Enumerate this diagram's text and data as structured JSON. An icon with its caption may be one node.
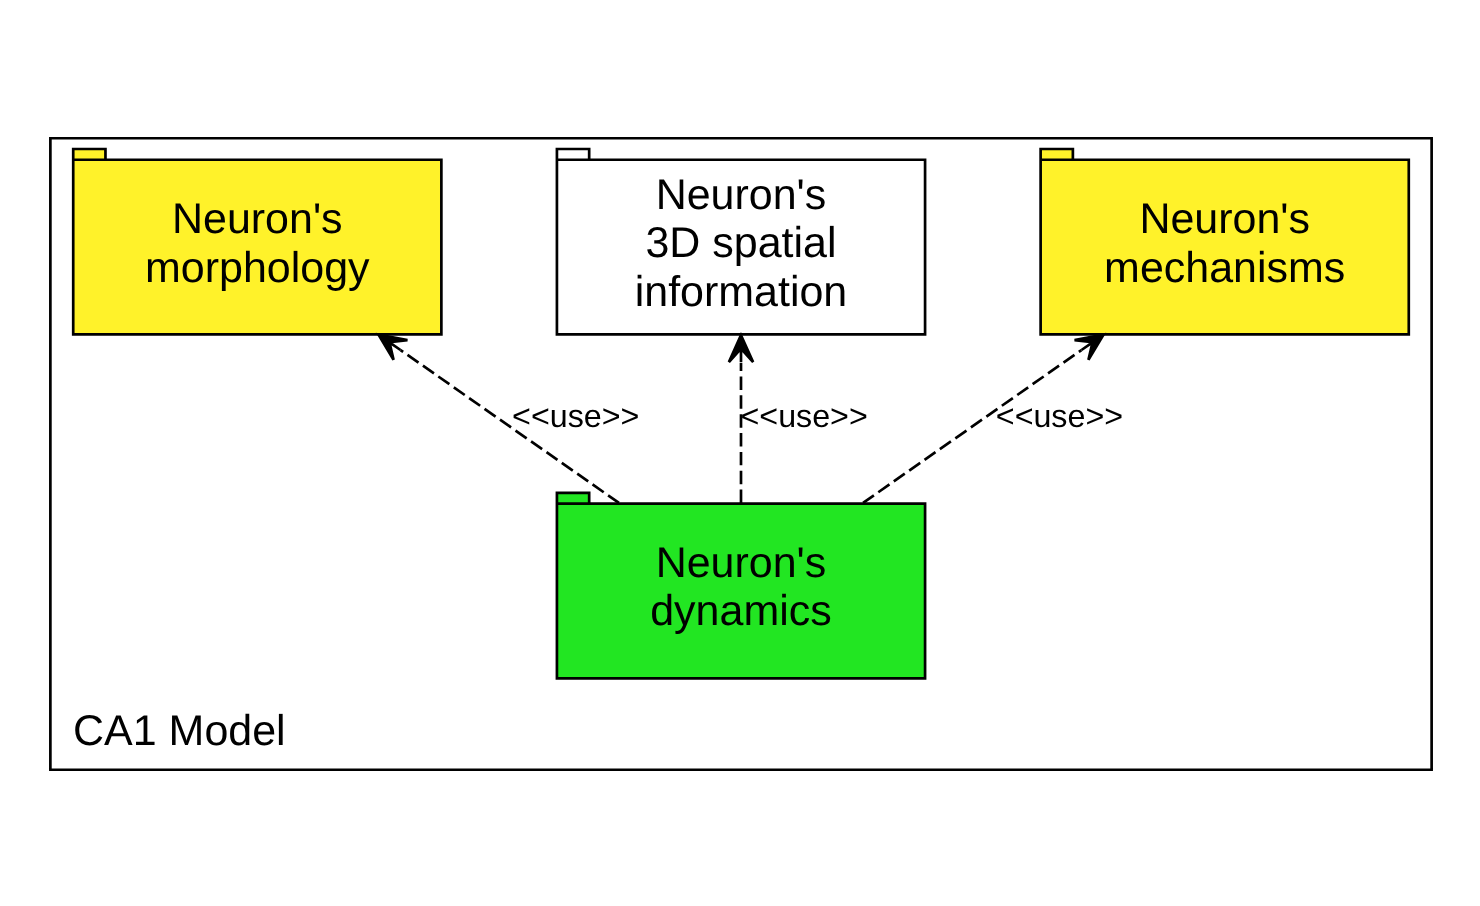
{
  "diagram": {
    "nodes": [
      {
        "text": [
          "CA1 Model"
        ]
      },
      {
        "text": [
          "Neuron's morphology"
        ],
        "in": 0
      },
      {
        "text": [
          "Neuron's 3D spatial information"
        ],
        "in": 0
      },
      {
        "text": [
          "Neuron's mechanisms"
        ],
        "in": 0
      },
      {
        "text": [
          "Neuron's dynamics"
        ],
        "in": 0
      }
    ],
    "edges": [
      {
        "from": 4,
        "to": 1,
        "arrow": "to",
        "label": "<<use>>",
        "style": "dashed"
      },
      {
        "from": 4,
        "to": 2,
        "arrow": "to",
        "label": "<<use>>",
        "style": "dashed"
      },
      {
        "from": 4,
        "to": 3,
        "arrow": "to",
        "label": "<<use>>",
        "style": "dashed"
      }
    ]
  }
}
